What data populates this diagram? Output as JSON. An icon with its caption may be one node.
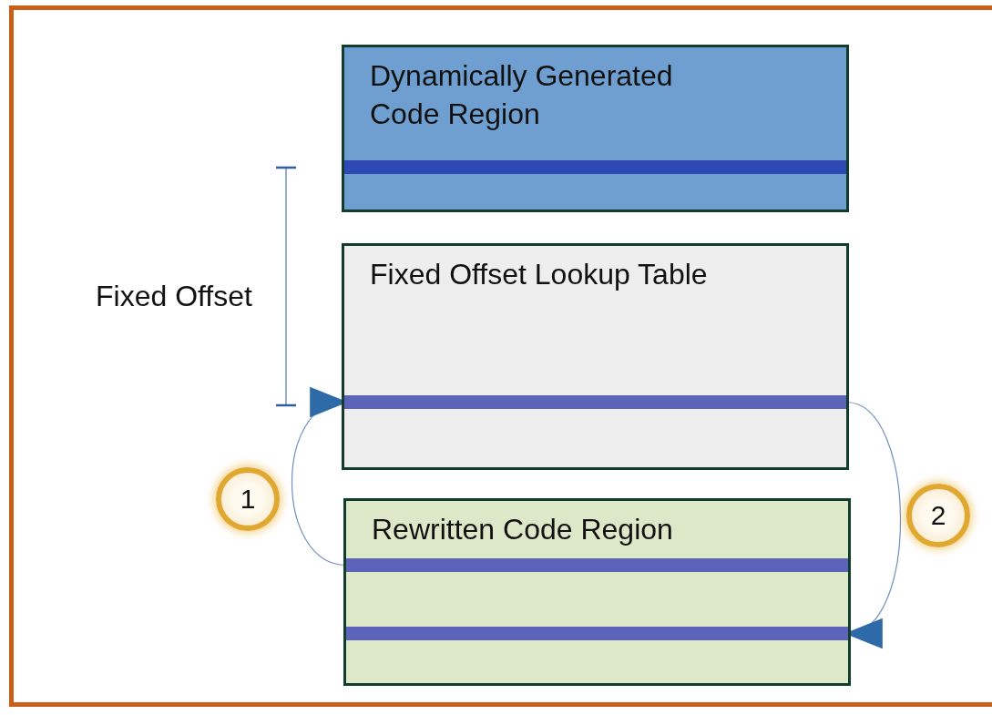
{
  "diagram": {
    "nodes": [
      {
        "text": [
          "Dynamically Generated Code Region"
        ]
      },
      {
        "text": [],
        "shape": "bar",
        "in": 0
      },
      {
        "text": [
          "Fixed Offset Lookup Table"
        ]
      },
      {
        "text": [],
        "shape": "bar",
        "in": 2
      },
      {
        "text": [
          "Rewritten Code Region"
        ]
      },
      {
        "text": [],
        "shape": "bar",
        "in": 4
      },
      {
        "text": [],
        "shape": "bar",
        "in": 4
      },
      {
        "text": [
          "1"
        ]
      },
      {
        "text": [
          "2"
        ]
      }
    ],
    "edges": [
      {
        "from": 5,
        "to": 3,
        "arrow": "to"
      },
      {
        "from": 3,
        "to": 6,
        "arrow": "to"
      }
    ],
    "labels": [
      "Fixed Offset"
    ]
  }
}
